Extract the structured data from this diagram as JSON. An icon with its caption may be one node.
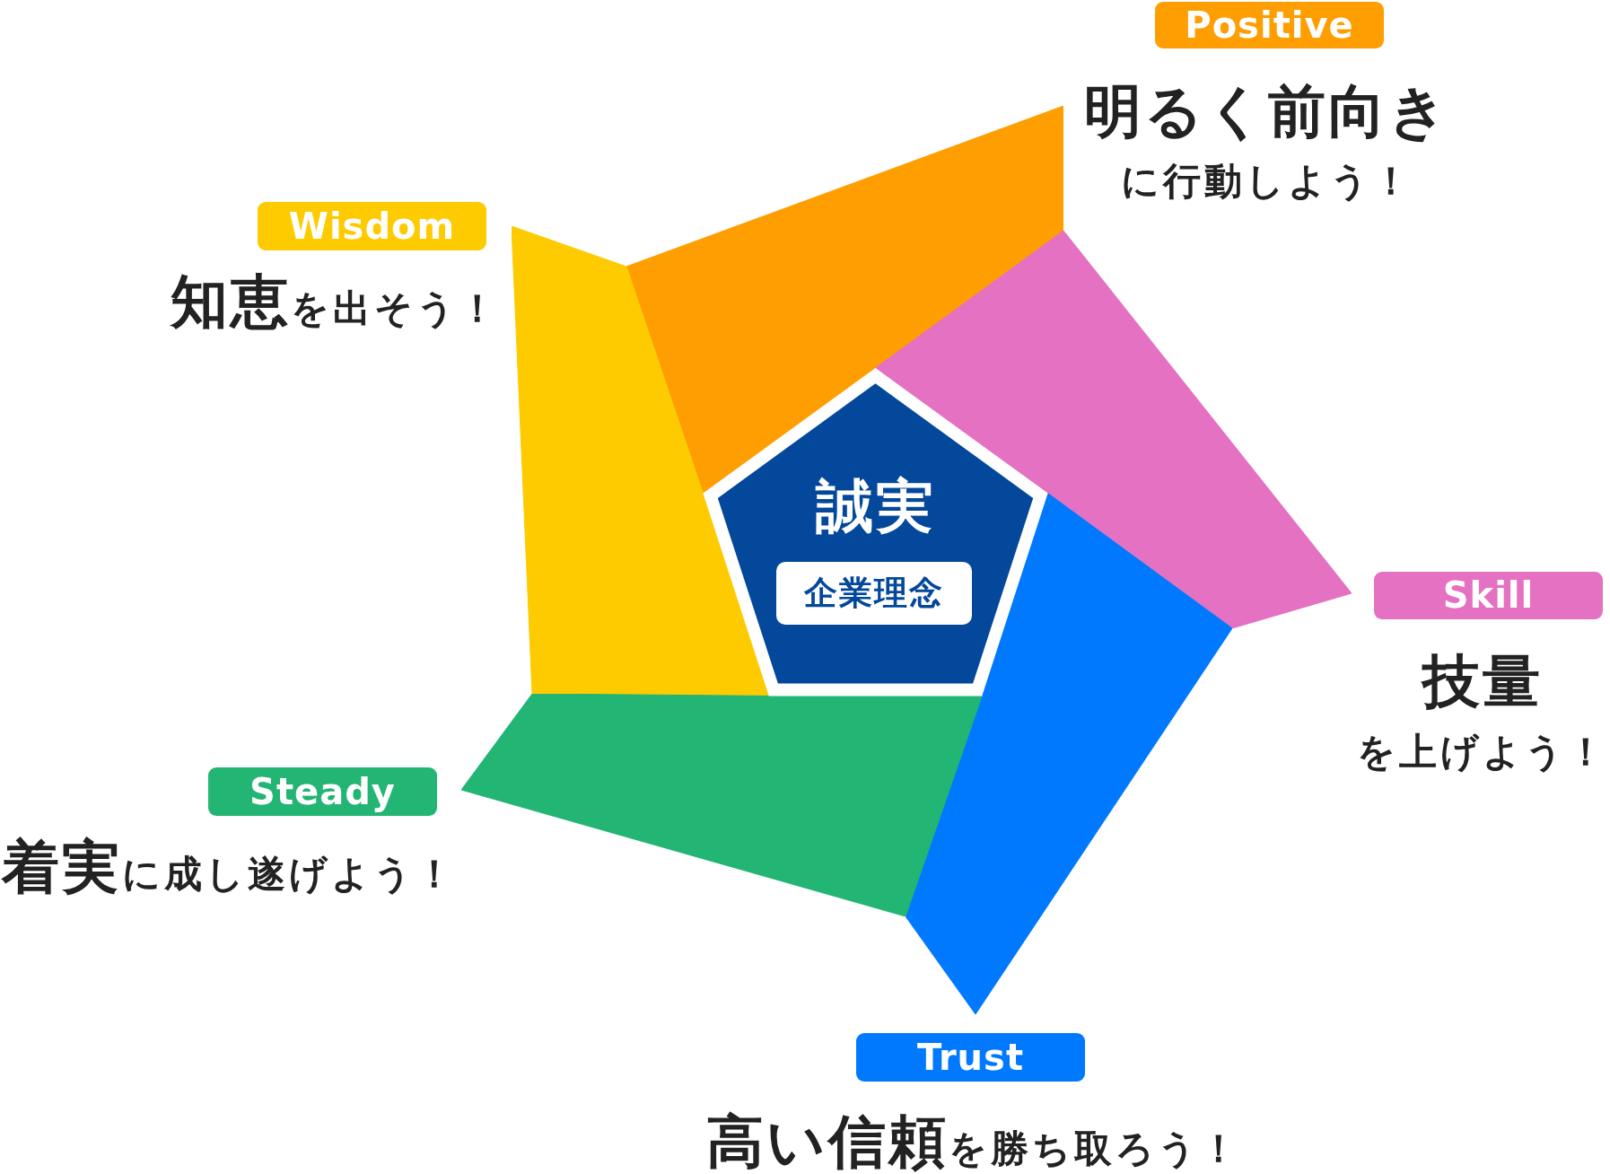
{
  "diagram": {
    "nodes": [
      {
        "text": [
          "Positive"
        ],
        "beside": [
          "明るく前向き",
          "に行動しよう！"
        ]
      },
      {
        "text": [
          "Wisdom"
        ],
        "beside": [
          "知恵",
          "を出そう！"
        ]
      },
      {
        "text": [
          "誠実"
        ]
      },
      {
        "text": [
          "企業理念"
        ],
        "in": 2
      },
      {
        "text": [
          "Skill"
        ],
        "beside": [
          "技量",
          "を上げよう！"
        ]
      },
      {
        "text": [
          "Steady"
        ],
        "beside": [
          "着実",
          "に成し遂げよう！"
        ]
      },
      {
        "text": [
          "Trust"
        ],
        "beside": [
          "高い信頼",
          "を勝ち取ろう！"
        ]
      },
      {
        "text": [],
        "shape": "polygon"
      },
      {
        "text": [],
        "shape": "polygon"
      },
      {
        "text": [],
        "shape": "polygon"
      },
      {
        "text": [],
        "shape": "polygon"
      },
      {
        "text": [],
        "shape": "polygon"
      }
    ]
  }
}
